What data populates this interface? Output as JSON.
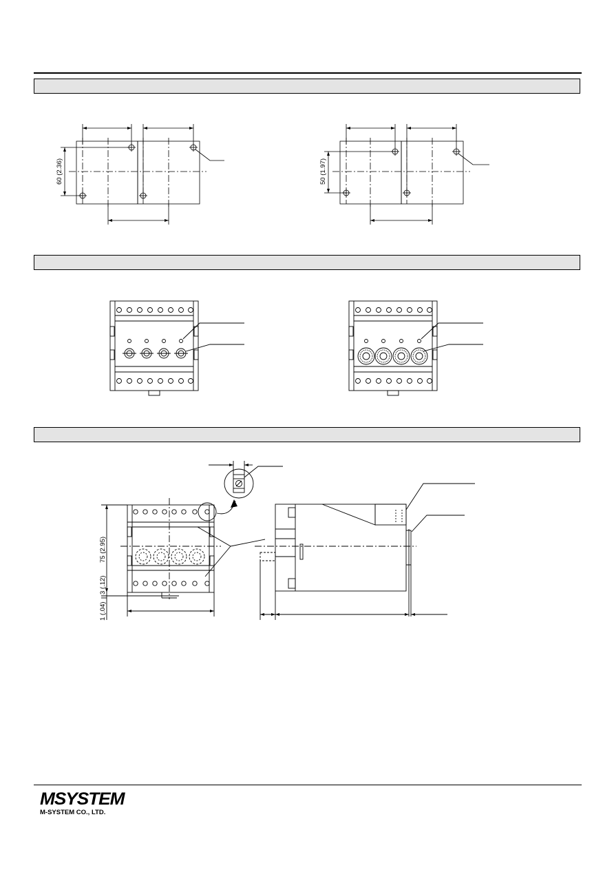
{
  "dimensions": {
    "mounting_height_a": "60 (2.36)",
    "mounting_height_b": "50 (1.97)",
    "body_height": "75 (2.95)",
    "rail_offset": "3 (.12)",
    "bottom_offset": "1 (.04)"
  },
  "footer": {
    "logo": "MSYSTEM",
    "company": "M-SYSTEM CO., LTD."
  }
}
